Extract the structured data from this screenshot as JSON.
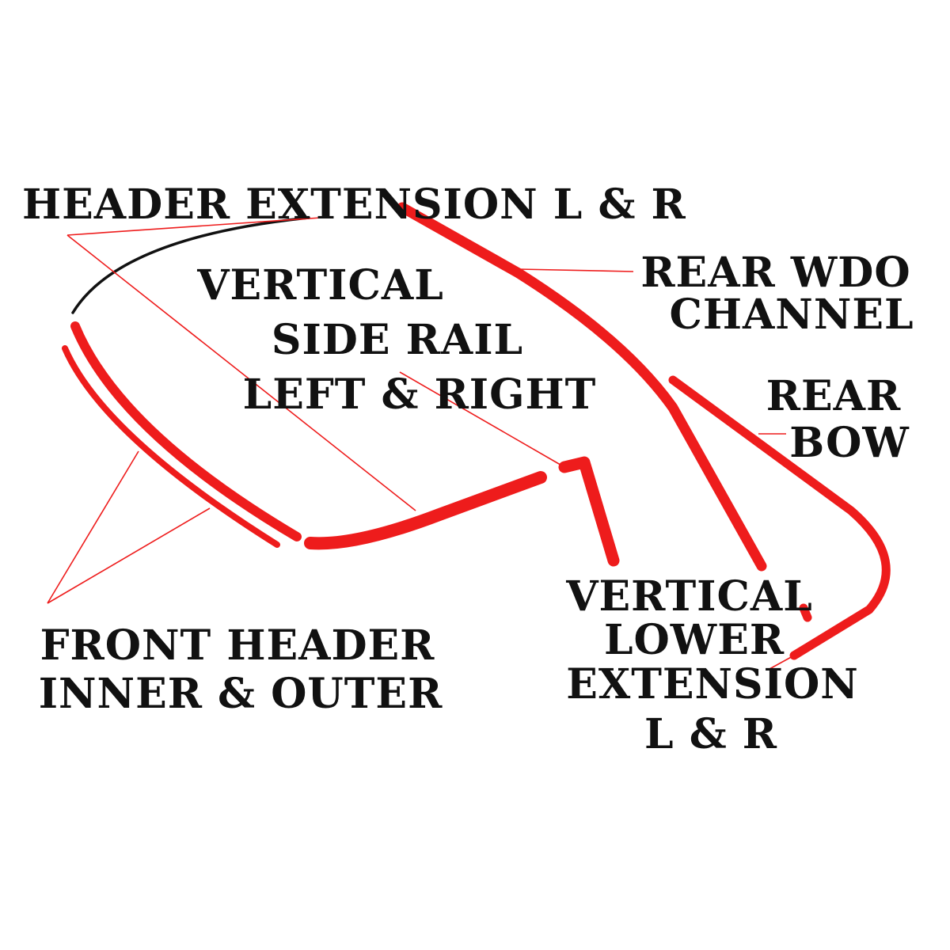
{
  "labels": {
    "header_extension": "HEADER EXTENSION L & R",
    "vertical_side_rail": [
      "VERTICAL",
      "SIDE RAIL",
      "LEFT & RIGHT"
    ],
    "rear_wdo_channel": [
      "REAR WDO",
      "CHANNEL"
    ],
    "rear_bow": [
      "REAR",
      "BOW"
    ],
    "front_header": [
      "FRONT HEADER",
      "INNER & OUTER"
    ],
    "vertical_lower_extension": [
      "VERTICAL",
      "LOWER",
      "EXTENSION",
      "L & R"
    ]
  },
  "colors": {
    "part_red": "#ee1c1c",
    "header_extension_black": "#111111",
    "background": "#ffffff"
  }
}
